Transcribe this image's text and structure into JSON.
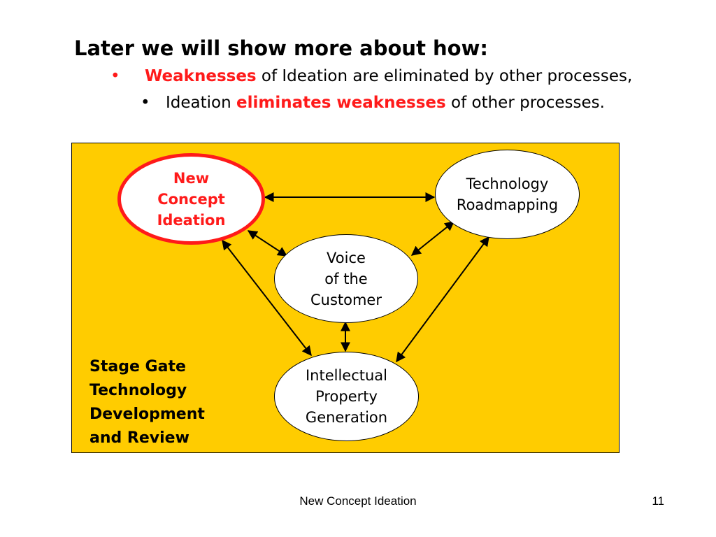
{
  "heading": "Later we will show more about how:",
  "bullets": [
    {
      "marker": "•",
      "parts": [
        "Weaknesses",
        " of Ideation are eliminated by other processes,"
      ]
    },
    {
      "marker": "•",
      "parts": [
        "Ideation ",
        "eliminates weaknesses",
        " of other processes."
      ]
    }
  ],
  "diagram": {
    "background_color": "#ffcc00",
    "highlight_color": "#ff1a1a",
    "nodes": {
      "new_concept_ideation": "New\nConcept\nIdeation",
      "technology_roadmapping": "Technology\nRoadmapping",
      "voice_of_customer": "Voice\nof the\nCustomer",
      "intellectual_property": "Intellectual\nProperty\nGeneration"
    },
    "links": [
      [
        "new_concept_ideation",
        "technology_roadmapping"
      ],
      [
        "new_concept_ideation",
        "voice_of_customer"
      ],
      [
        "new_concept_ideation",
        "intellectual_property"
      ],
      [
        "technology_roadmapping",
        "voice_of_customer"
      ],
      [
        "technology_roadmapping",
        "intellectual_property"
      ],
      [
        "voice_of_customer",
        "intellectual_property"
      ]
    ],
    "links_bidirectional": true,
    "stage_label": "Stage Gate\nTechnology\nDevelopment\nand Review"
  },
  "footer": {
    "title": "New Concept Ideation",
    "page_number": "11"
  }
}
